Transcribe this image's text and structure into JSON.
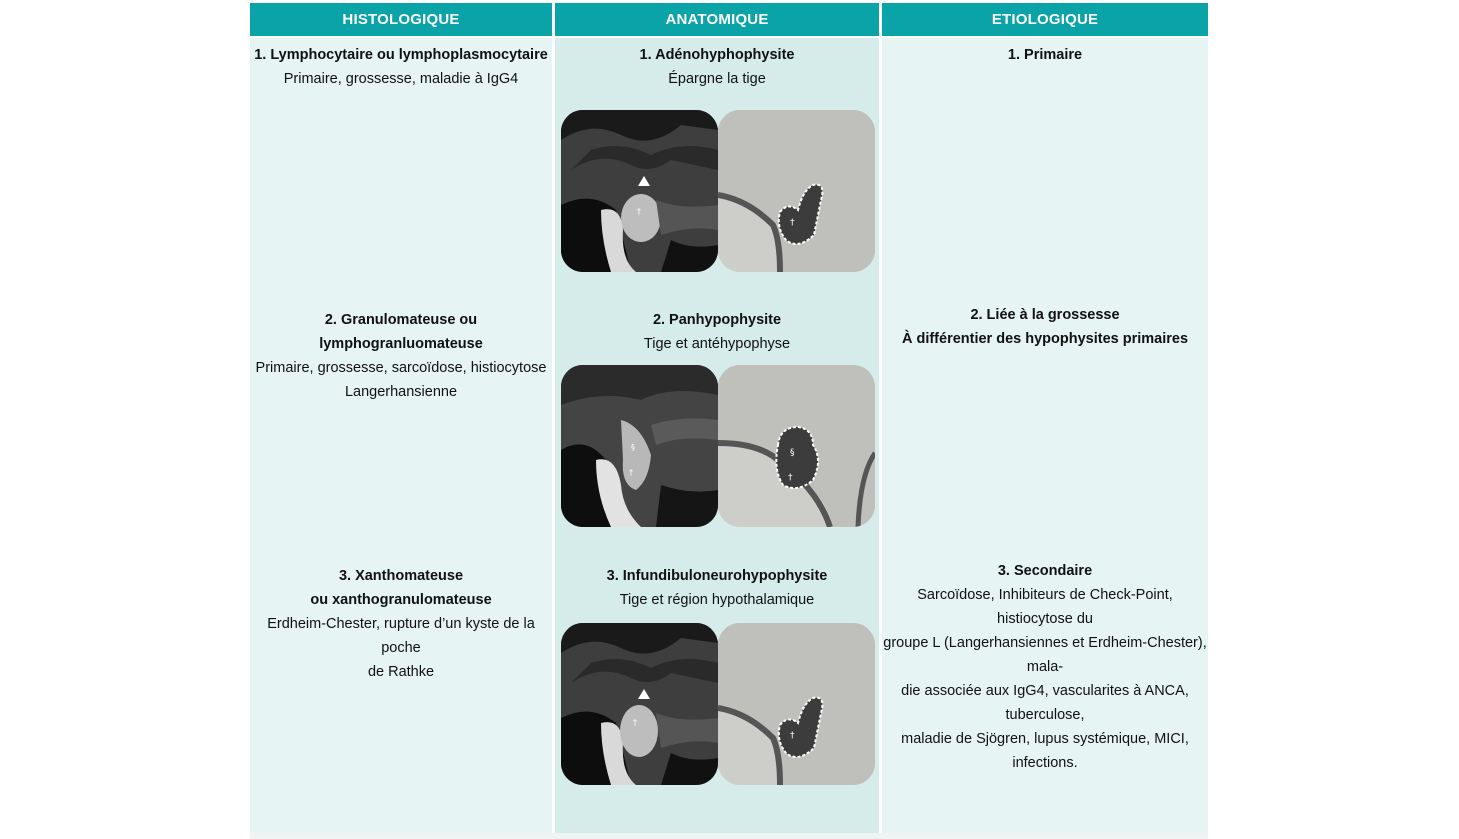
{
  "headers": {
    "histologique": "HISTOLOGIQUE",
    "anatomique": "ANATOMIQUE",
    "etiologique": "ETIOLOGIQUE"
  },
  "histologique": [
    {
      "title": "1. Lymphocytaire ou lymphoplasmocytaire",
      "lines": [
        "Primaire, grossesse, maladie à IgG4"
      ]
    },
    {
      "title": "2. Granulomateuse  ou lymphogranluomateuse",
      "lines": [
        "Primaire, grossesse, sarcoïdose, histiocytose",
        "Langerhansienne"
      ]
    },
    {
      "title": "3. Xanthomateuse",
      "title2": "ou xanthogranulomateuse",
      "lines": [
        "Erdheim-Chester, rupture d’un kyste de la poche",
        "de Rathke"
      ]
    }
  ],
  "anatomique": [
    {
      "title": "1. Adénohyphophysite",
      "lines": [
        "Épargne la tige"
      ]
    },
    {
      "title": "2. Panhypophysite",
      "lines": [
        "Tige et antéhypophyse"
      ]
    },
    {
      "title": "3. Infundibuloneurohypophysite",
      "lines": [
        "Tige et région hypothalamique"
      ]
    }
  ],
  "etiologique": [
    {
      "title": "1. Primaire",
      "lines": []
    },
    {
      "title": "2. Liée à la grossesse",
      "lines": [
        "À différentier des hypophysites primaires"
      ]
    },
    {
      "title": "3. Secondaire",
      "lines": [
        "Sarcoïdose, Inhibiteurs de Check-Point, histiocytose du",
        "groupe L (Langerhansiennes et Erdheim-Chester), mala-",
        "die associée aux IgG4, vascularites à ANCA, tuberculose,",
        "maladie de Sjögren, lupus systémique, MICI, infections."
      ]
    }
  ],
  "colors": {
    "header": "#0aa3a8",
    "cell": "#e6f4f3",
    "cell_mid": "#d5eceb"
  }
}
